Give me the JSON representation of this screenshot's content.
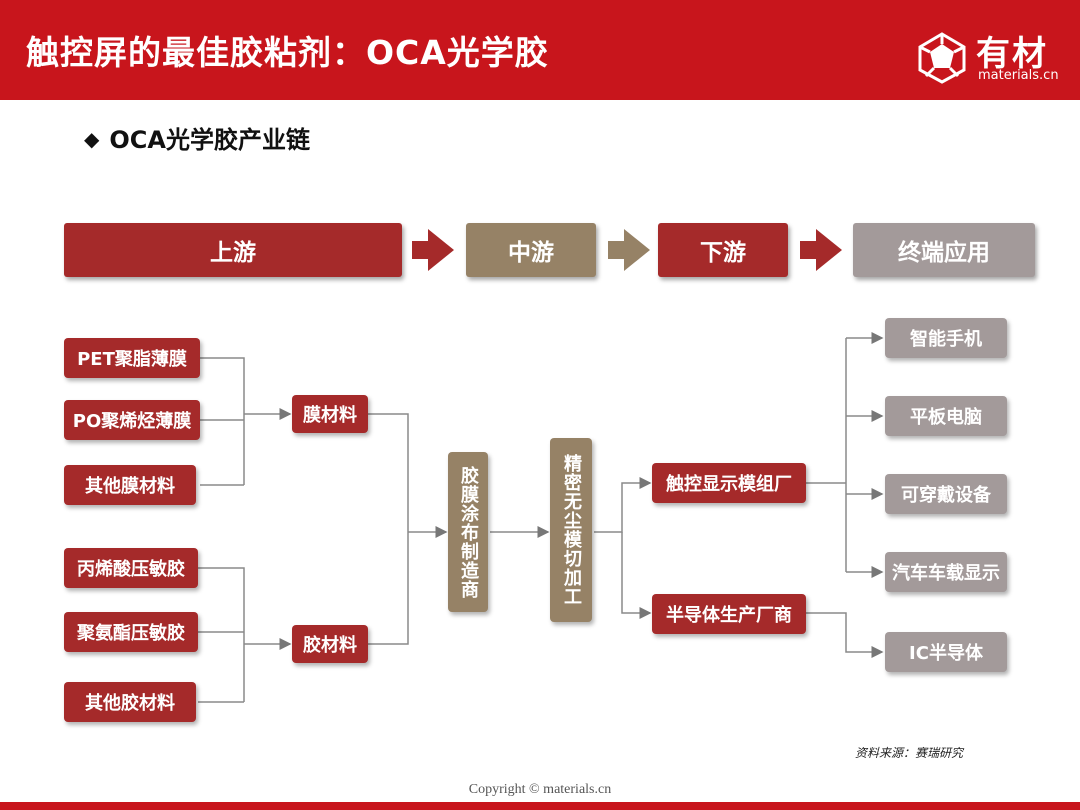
{
  "header": {
    "title": "触控屏的最佳胶粘剂：OCA光学胶",
    "logo_text": "有材",
    "logo_sub": "materials.cn",
    "bg_color": "#c8151c"
  },
  "subtitle": {
    "bullet_icon": "diamond-icon",
    "text": "OCA光学胶产业链"
  },
  "stages": {
    "upstream": "上游",
    "midstream": "中游",
    "downstream": "下游",
    "terminal": "终端应用"
  },
  "upstream_films": [
    "PET聚脂薄膜",
    "PO聚烯烃薄膜",
    "其他膜材料"
  ],
  "upstream_glues": [
    "丙烯酸压敏胶",
    "聚氨酯压敏胶",
    "其他胶材料"
  ],
  "materials": {
    "film": "膜材料",
    "glue": "胶材料"
  },
  "process": {
    "coating": "胶膜涂布制造商",
    "cutting": "精密无尘模切加工"
  },
  "downstream": {
    "touch": "触控显示模组厂",
    "semi": "半导体生产厂商"
  },
  "applications": [
    "智能手机",
    "平板电脑",
    "可穿戴设备",
    "汽车车载显示",
    "IC半导体"
  ],
  "source": "资料来源：赛瑞研究",
  "copyright": "Copyright © materials.cn",
  "colors": {
    "red": "#a52a2a",
    "gold": "#968266",
    "gray": "#a39a9a"
  }
}
